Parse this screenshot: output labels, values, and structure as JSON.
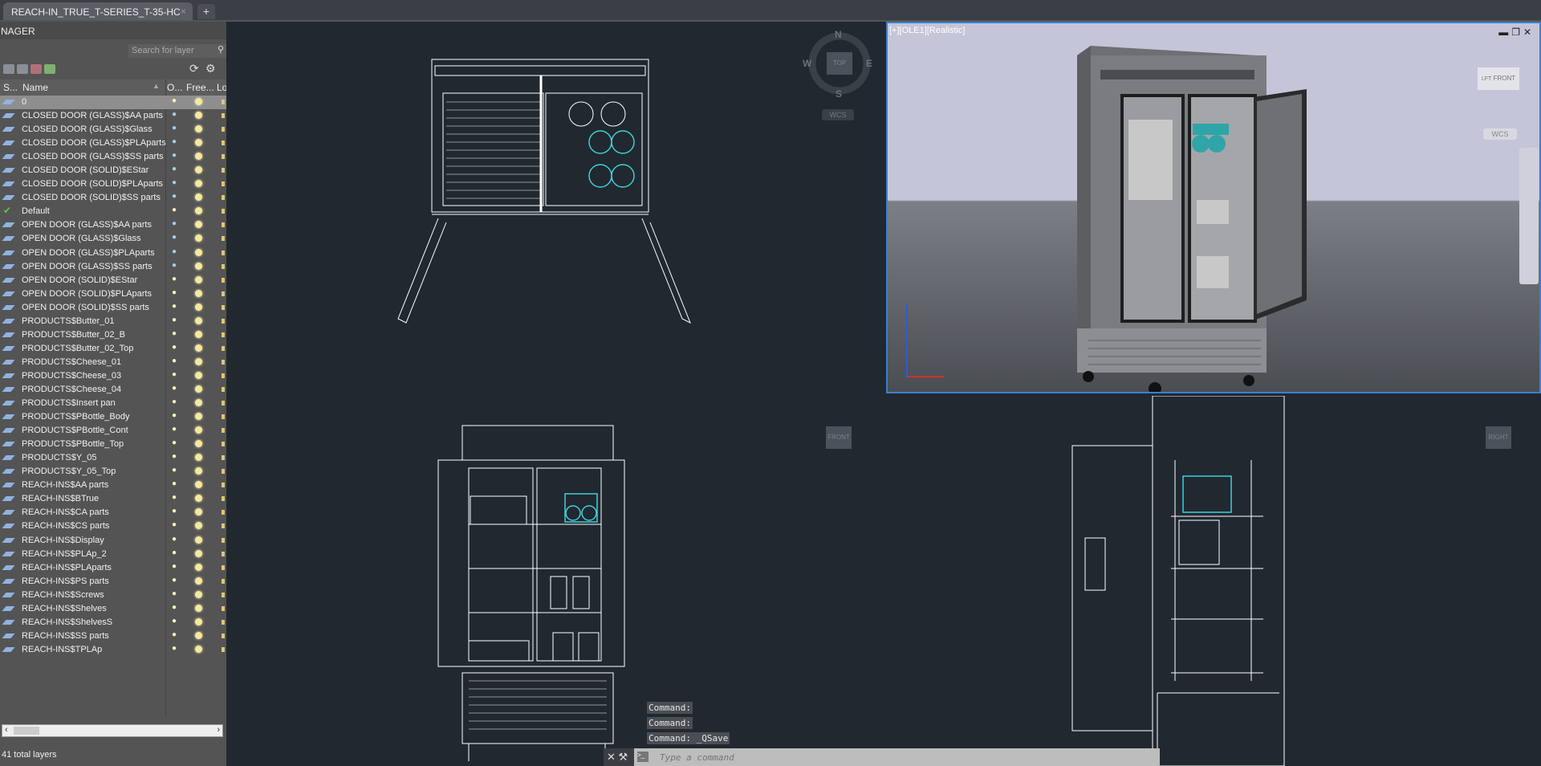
{
  "tabs": {
    "document": "REACH-IN_TRUE_T-SERIES_T-35-HC",
    "close": "×",
    "new_tab": "+"
  },
  "panel": {
    "title": "NAGER",
    "search_placeholder": "Search for layer",
    "columns": {
      "status": "S...",
      "name": "Name",
      "on": "O...",
      "freeze": "Free...",
      "lock": "Lo"
    },
    "current_layer": "Default",
    "layers": [
      "0",
      "CLOSED DOOR (GLASS)$AA parts",
      "CLOSED DOOR (GLASS)$Glass",
      "CLOSED DOOR (GLASS)$PLAparts",
      "CLOSED DOOR (GLASS)$SS parts",
      "CLOSED DOOR (SOLID)$EStar",
      "CLOSED DOOR (SOLID)$PLAparts",
      "CLOSED DOOR (SOLID)$SS parts",
      "Default",
      "OPEN DOOR (GLASS)$AA parts",
      "OPEN DOOR (GLASS)$Glass",
      "OPEN DOOR (GLASS)$PLAparts",
      "OPEN DOOR (GLASS)$SS parts",
      "OPEN DOOR (SOLID)$EStar",
      "OPEN DOOR (SOLID)$PLAparts",
      "OPEN DOOR (SOLID)$SS parts",
      "PRODUCTS$Butter_01",
      "PRODUCTS$Butter_02_B",
      "PRODUCTS$Butter_02_Top",
      "PRODUCTS$Cheese_01",
      "PRODUCTS$Cheese_03",
      "PRODUCTS$Cheese_04",
      "PRODUCTS$Insert pan",
      "PRODUCTS$PBottle_Body",
      "PRODUCTS$PBottle_Cont",
      "PRODUCTS$PBottle_Top",
      "PRODUCTS$Y_05",
      "PRODUCTS$Y_05_Top",
      "REACH-INS$AA parts",
      "REACH-INS$BTrue",
      "REACH-INS$CA parts",
      "REACH-INS$CS parts",
      "REACH-INS$Display",
      "REACH-INS$PLAp_2",
      "REACH-INS$PLAparts",
      "REACH-INS$PS parts",
      "REACH-INS$Screws",
      "REACH-INS$Shelves",
      "REACH-INS$ShelvesS",
      "REACH-INS$SS parts",
      "REACH-INS$TPLAp"
    ],
    "footer": "41 total layers"
  },
  "viewports": {
    "top": {
      "viewcube": "TOP",
      "compass": [
        "N",
        "E",
        "S",
        "W"
      ],
      "ucs": "WCS"
    },
    "iso": {
      "label": "[+][OLE1][Realistic]",
      "viewcube": "FRONT",
      "viewcube_side": "LFT",
      "ucs": "WCS"
    },
    "front": {
      "viewcube": "FRONT"
    },
    "right": {
      "viewcube": "RIGHT"
    }
  },
  "command": {
    "history": [
      "Command:",
      "Command:",
      "Command: _QSave"
    ],
    "placeholder": "Type a command"
  },
  "colors": {
    "accent": "#3a7fd0",
    "wire": "#ffffff",
    "highlight": "#3fd0d8"
  }
}
